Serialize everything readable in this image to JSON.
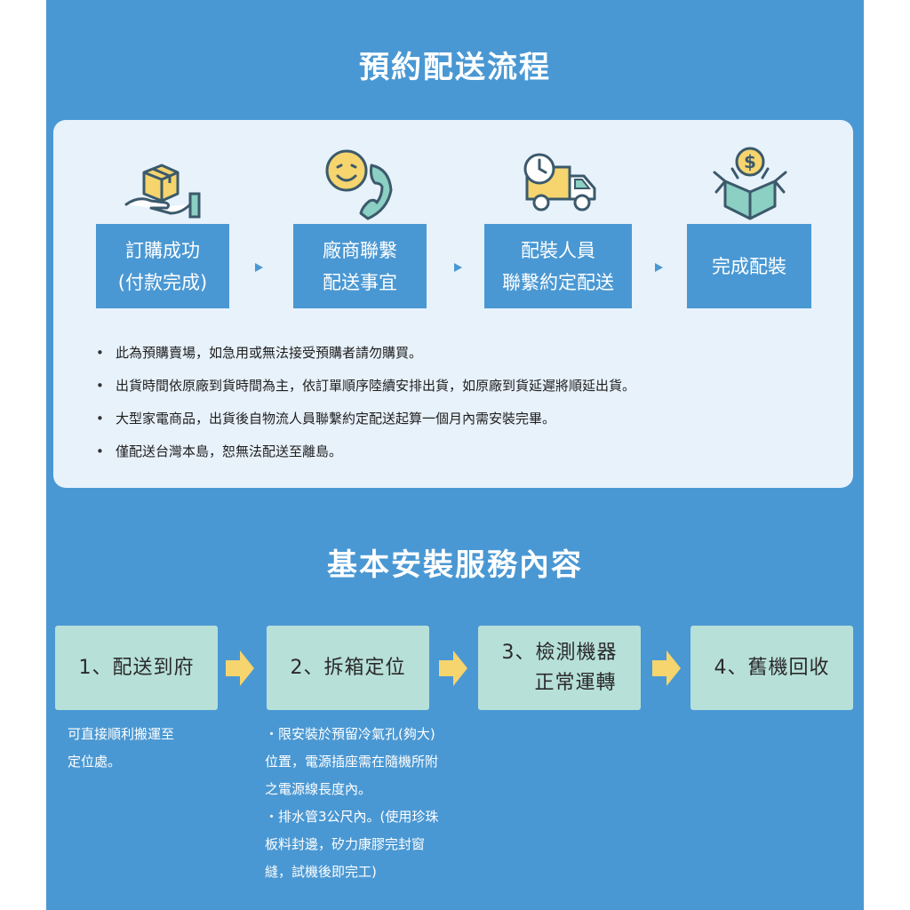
{
  "delivery": {
    "title": "預約配送流程",
    "steps": [
      {
        "line1": "訂購成功",
        "line2": "(付款完成)",
        "icon": "hand-box-icon"
      },
      {
        "line1": "廠商聯繫",
        "line2": "配送事宜",
        "icon": "smile-phone-icon"
      },
      {
        "line1": "配裝人員",
        "line2": "聯繫約定配送",
        "icon": "truck-clock-icon"
      },
      {
        "line1": "完成配裝",
        "line2": "",
        "icon": "box-coin-icon"
      }
    ],
    "notes": [
      "此為預購賣場，如急用或無法接受預購者請勿購買。",
      "出貨時間依原廠到貨時間為主，依訂單順序陸續安排出貨，如原廠到貨延遲將順延出貨。",
      "大型家電商品，出貨後自物流人員聯繫約定配送起算一個月內需安裝完畢。",
      "僅配送台灣本島，恕無法配送至離島。"
    ]
  },
  "install": {
    "title": "基本安裝服務內容",
    "steps": [
      {
        "line1": "1、配送到府",
        "line2": ""
      },
      {
        "line1": "2、拆箱定位",
        "line2": ""
      },
      {
        "line1": "3、檢測機器",
        "line2": "正常運轉"
      },
      {
        "line1": "4、舊機回收",
        "line2": ""
      }
    ],
    "desc1": [
      "可直接順利搬運至",
      "定位處。"
    ],
    "desc2": [
      "・限安裝於預留冷氣孔(夠大)",
      "位置，電源插座需在隨機所附",
      "之電源線長度內。",
      "・排水管3公尺內。(使用珍珠",
      "板料封邊，矽力康膠完封窗",
      "縫，試機後即完工)"
    ]
  },
  "colors": {
    "background": "#4a98d3",
    "card": "#e8f2fb",
    "install_box": "#b7e0d8",
    "arrow": "#f6d46e",
    "icon_outline": "#3b5a6b",
    "icon_yellow": "#f6d46e",
    "icon_teal": "#8ccfc3"
  }
}
